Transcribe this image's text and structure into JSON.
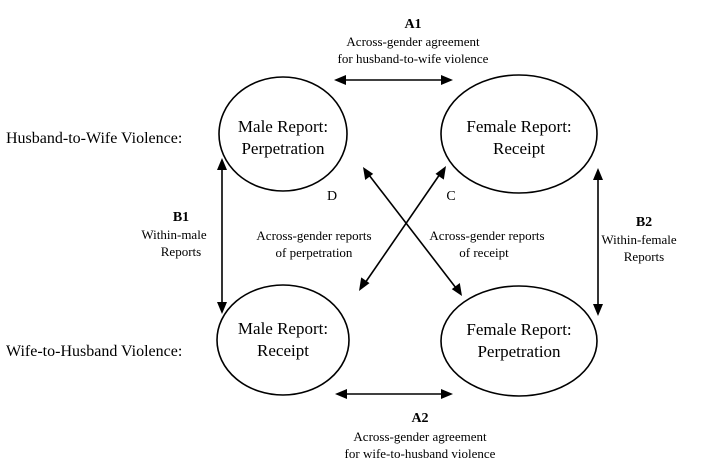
{
  "rows": {
    "top": "Husband-to-Wife Violence:",
    "bottom": "Wife-to-Husband Violence:"
  },
  "nodes": {
    "male_perpetration": [
      "Male Report:",
      "Perpetration"
    ],
    "female_receipt": [
      "Female Report:",
      "Receipt"
    ],
    "male_receipt": [
      "Male Report:",
      "Receipt"
    ],
    "female_perpetration": [
      "Female Report:",
      "Perpetration"
    ]
  },
  "edges": {
    "a1": {
      "title": "A1",
      "lines": [
        "Across-gender agreement",
        "for husband-to-wife violence"
      ]
    },
    "a2": {
      "title": "A2",
      "lines": [
        "Across-gender agreement",
        "for wife-to-husband violence"
      ]
    },
    "b1": {
      "title": "B1",
      "lines": [
        "Within-male",
        "Reports"
      ]
    },
    "b2": {
      "title": "B2",
      "lines": [
        "Within-female",
        "Reports"
      ]
    },
    "c": {
      "letter": "C",
      "lines": [
        "Across-gender reports",
        "of receipt"
      ]
    },
    "d": {
      "letter": "D",
      "lines": [
        "Across-gender reports",
        "of perpetration"
      ]
    }
  }
}
